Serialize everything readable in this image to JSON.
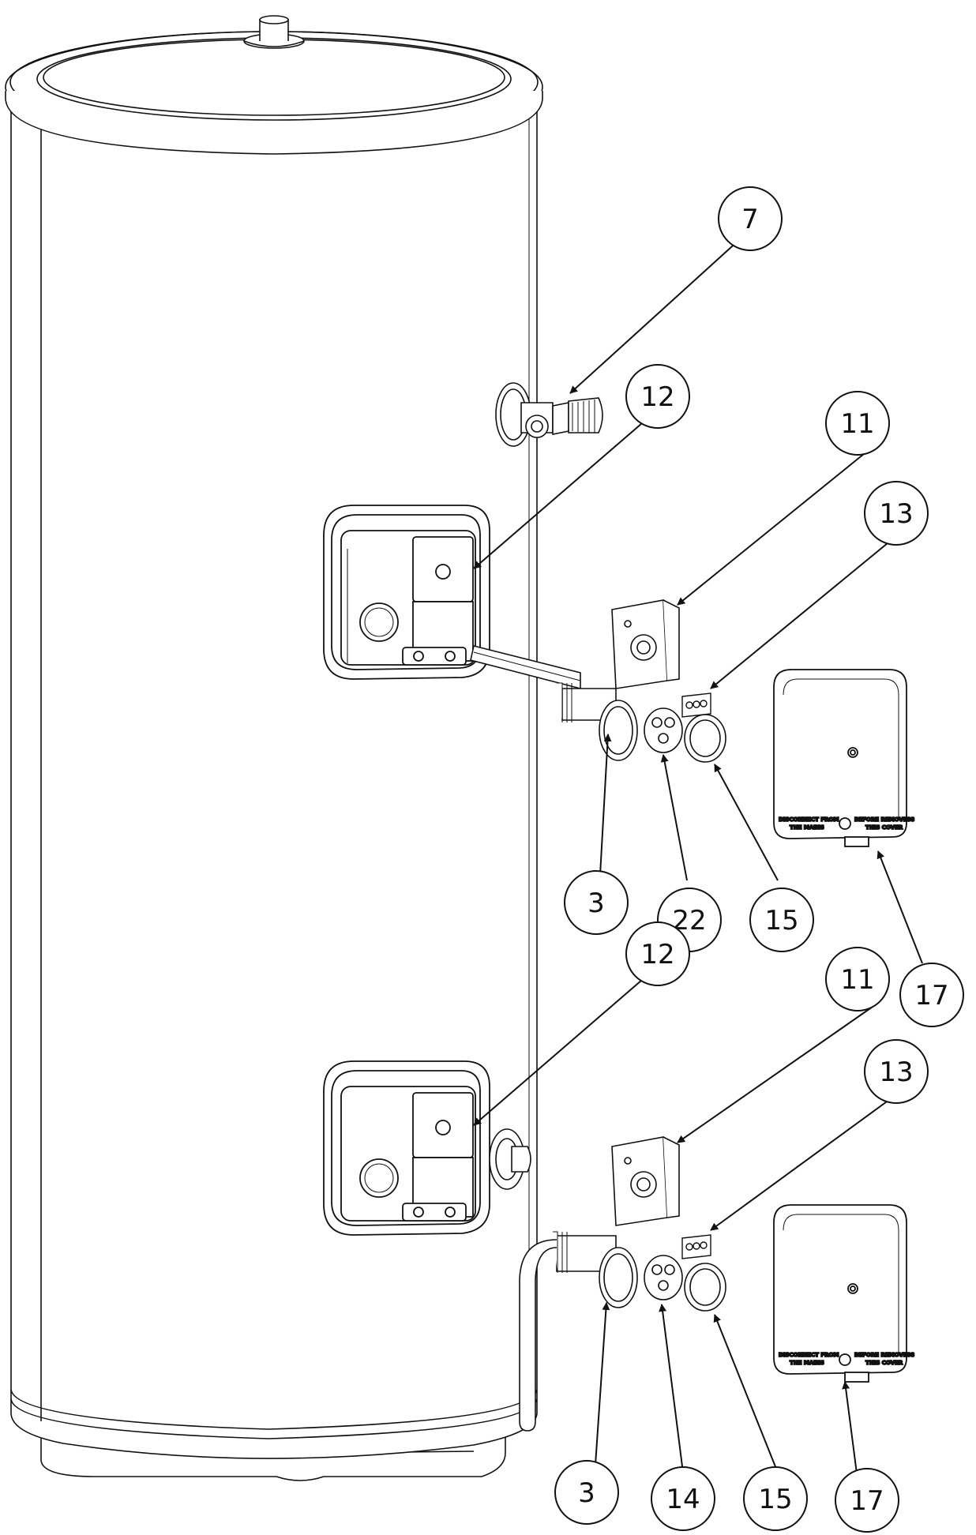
{
  "callouts": [
    {
      "id": "c7",
      "label": "7"
    },
    {
      "id": "c12a",
      "label": "12"
    },
    {
      "id": "c11a",
      "label": "11"
    },
    {
      "id": "c13a",
      "label": "13"
    },
    {
      "id": "c3a",
      "label": "3"
    },
    {
      "id": "c22",
      "label": "22"
    },
    {
      "id": "c15a",
      "label": "15"
    },
    {
      "id": "c17a",
      "label": "17"
    },
    {
      "id": "c12b",
      "label": "12"
    },
    {
      "id": "c11b",
      "label": "11"
    },
    {
      "id": "c13b",
      "label": "13"
    },
    {
      "id": "c3b",
      "label": "3"
    },
    {
      "id": "c14",
      "label": "14"
    },
    {
      "id": "c15b",
      "label": "15"
    },
    {
      "id": "c17b",
      "label": "17"
    }
  ],
  "cover_labels": {
    "left_line1": "DISCONNECT FROM",
    "left_line2": "THE MAINS",
    "right_line1": "BEFORE REMOVING",
    "right_line2": "THIS COVER"
  },
  "colors": {
    "line": "#111111",
    "fill": "#ffffff"
  }
}
